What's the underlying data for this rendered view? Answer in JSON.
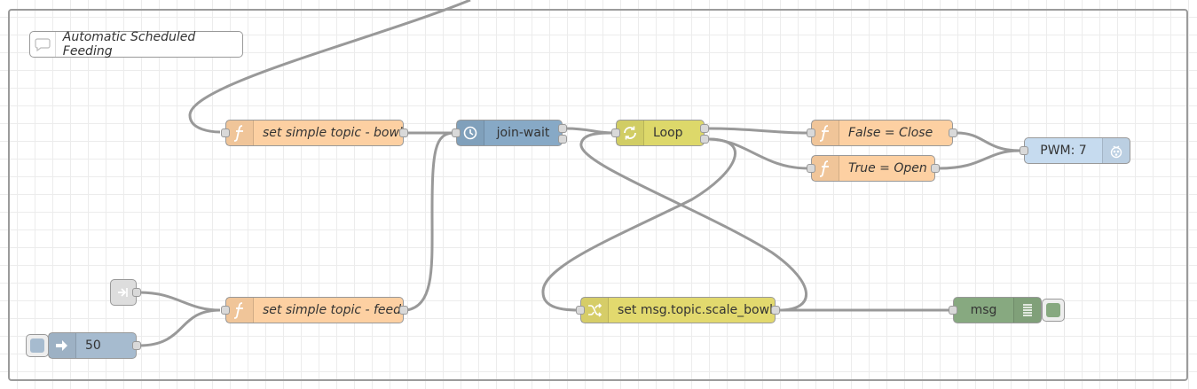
{
  "flow": {
    "comment": "Automatic Scheduled Feeding",
    "nodes": {
      "bowl_fn": "set simple topic - bowl",
      "join": "join-wait",
      "loop": "Loop",
      "close_fn": "False = Close",
      "open_fn": "True = Open",
      "pwm": "PWM: 7",
      "feed_fn": "set simple topic - feed",
      "inject": "50",
      "change": "set msg.topic.scale_bowl",
      "debug": "msg"
    }
  },
  "icons": {
    "comment": "speech-bubble-icon",
    "function": "function-f-icon",
    "join": "clock-history-icon",
    "loop": "loop-arrows-icon",
    "rpi": "raspberry-pi-icon",
    "link_in": "link-in-icon",
    "inject": "arrow-right-icon",
    "change": "shuffle-icon",
    "debug": "list-lines-icon"
  },
  "colors": {
    "function": "#fdd0a2",
    "join": "#87a9c6",
    "loop": "#ddd86a",
    "change": "#e2d96e",
    "rpi": "#c6dbef",
    "inject": "#a6bbcf",
    "debug": "#87a980",
    "wire": "#999999"
  }
}
